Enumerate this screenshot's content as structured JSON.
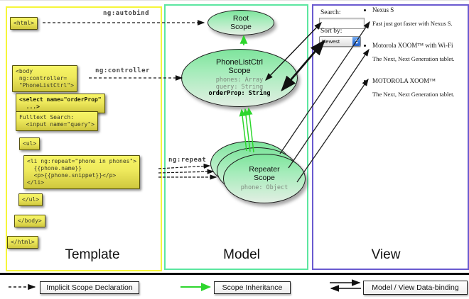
{
  "panels": {
    "template": {
      "label": "Template"
    },
    "model": {
      "label": "Model"
    },
    "view": {
      "label": "View"
    }
  },
  "template": {
    "boxes": {
      "html_open": "<html>",
      "body_open": "<body\n ng:controller=\n \"PhoneListCtrl\">",
      "select": "<select name=\"orderProp\"\n  ...>",
      "fulltext": "Fulltext Search:\n  <input name=\"query\">",
      "ul_open": "<ul>",
      "li_repeat": "<li ng:repeat=\"phone in phones\">\n  {{phone.name}}\n  <p>{{phone.snippet}}</p>\n</li>",
      "ul_close": "</ul>",
      "body_close": "</body>",
      "html_close": "</html>"
    },
    "annotations": {
      "autobind": "ng:autobind",
      "controller": "ng:controller",
      "repeat": "ng:repeat"
    }
  },
  "model": {
    "root_scope": {
      "title": "Root Scope"
    },
    "phonelist_scope": {
      "title": "PhoneListCtrl Scope",
      "props": [
        "phones: Array",
        "query: String"
      ],
      "bold_prop": "orderProp: String"
    },
    "repeater_scope": {
      "title": "Repeater Scope",
      "prop": "phone: Object"
    }
  },
  "view": {
    "search_label": "Search:",
    "search_value": "",
    "sort_label": "Sort by:",
    "sort_value": "Newest",
    "items": [
      {
        "name": "Nexus S",
        "desc": "Fast just got faster with Nexus S."
      },
      {
        "name": "Motorola XOOM™ with Wi-Fi",
        "desc": "The Next, Next Generation tablet."
      },
      {
        "name": "MOTOROLA XOOM™",
        "desc": "The Next, Next Generation tablet."
      }
    ]
  },
  "legend": [
    {
      "label": "Implicit Scope Declaration"
    },
    {
      "label": "Scope Inheritance"
    },
    {
      "label": "Model / View Data-binding"
    }
  ],
  "colors": {
    "template_border": "#f6f63a",
    "model_border": "#5ce6a0",
    "view_border": "#6a5ad0",
    "code_box_fill": "#f0ee55",
    "scope_fill": "#8be8a6",
    "inheritance_green": "#2dd62d",
    "arrow_black": "#111111"
  }
}
